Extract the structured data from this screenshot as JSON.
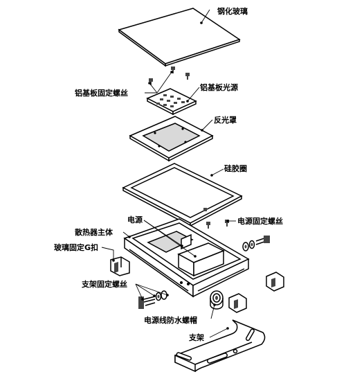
{
  "labels": {
    "tempered_glass": "钢化玻璃",
    "pcb_screw": "铝基板固定螺丝",
    "pcb_light_source": "铝基板光源",
    "reflector": "反光罩",
    "silicone_gasket": "硅胶圈",
    "power_supply": "电源",
    "power_screw": "电源固定螺丝",
    "heatsink_body": "散热器主体",
    "glass_clip": "玻璃固定G扣",
    "bracket_screw": "支架固定螺丝",
    "cable_gland": "电源线防水螺帽",
    "bracket": "支架"
  }
}
